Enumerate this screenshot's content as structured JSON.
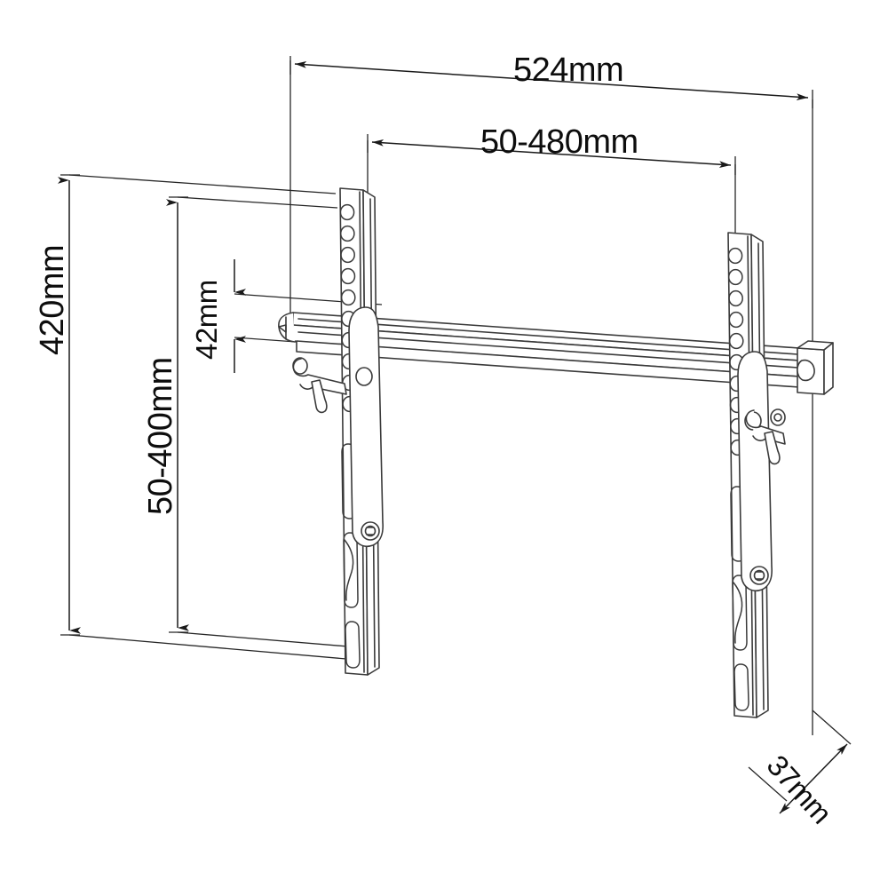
{
  "drawing": {
    "title": "TV wall mount bracket technical dimension drawing",
    "view": "isometric-front",
    "line_color": "#2b2b2b",
    "text_color": "#0d0d0d",
    "background_color": "#ffffff"
  },
  "dimensions": {
    "width_total": "524mm",
    "width_vesa_range": "50-480mm",
    "height_total": "420mm",
    "height_vesa_range": "50-400mm",
    "rail_height": "42mm",
    "depth": "37mm"
  },
  "parts": {
    "left_bracket": "left-vertical-arm",
    "right_bracket": "right-vertical-arm",
    "horizontal_rail": "wall-rail",
    "tilt_lock_left": "tilt-lock-knob-left",
    "tilt_lock_right": "tilt-lock-knob-right",
    "hole_count_per_arm": 16,
    "slot_count_per_arm": 3
  }
}
